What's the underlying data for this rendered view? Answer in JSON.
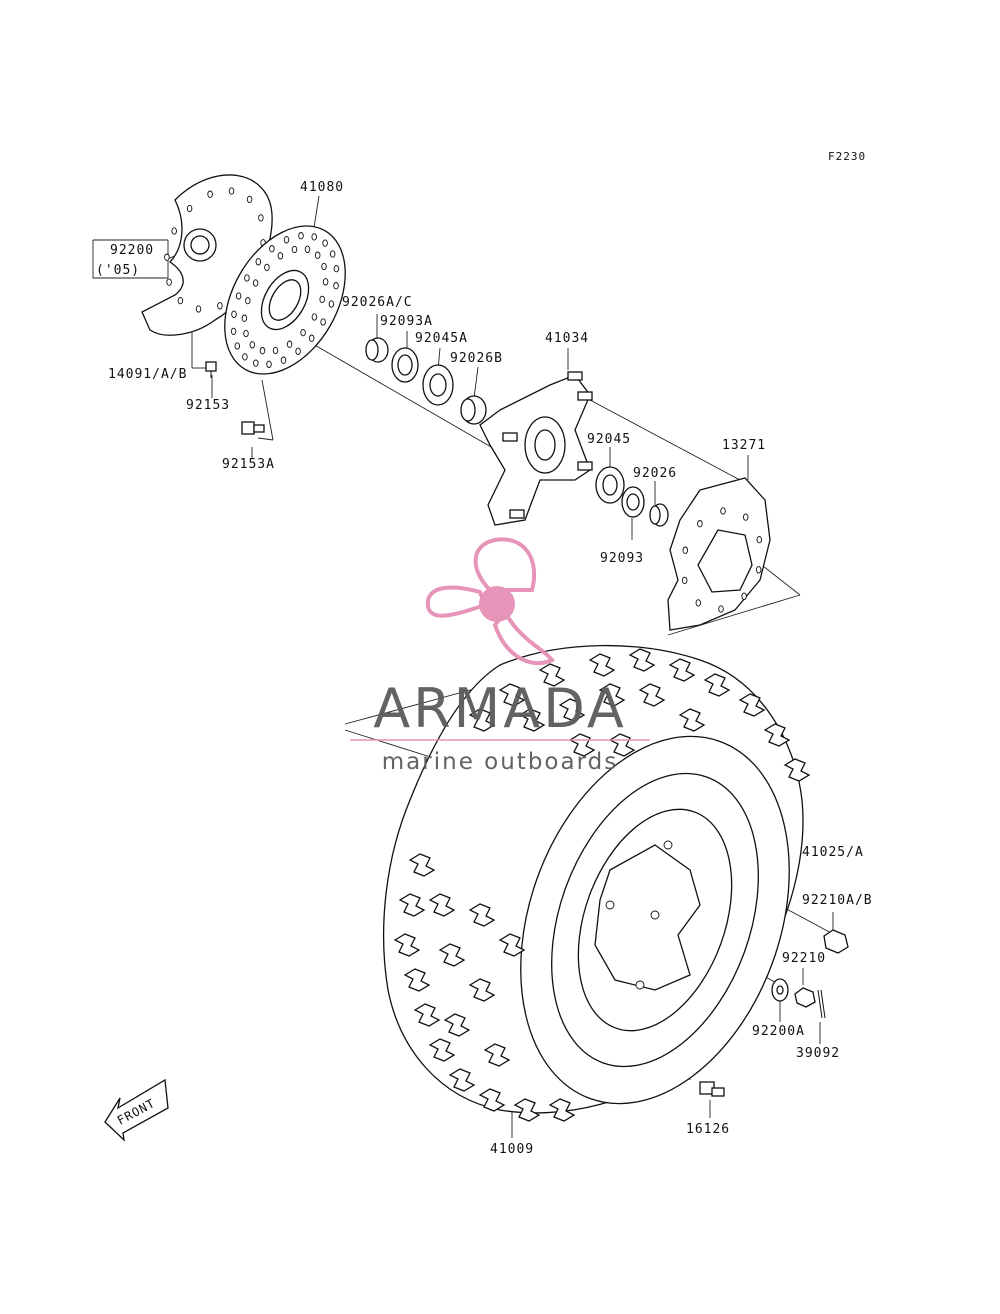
{
  "diagram": {
    "code": "F2230",
    "front_label": "FRONT",
    "labels": [
      {
        "id": "p41080",
        "text": "41080"
      },
      {
        "id": "p92200",
        "text": "92200"
      },
      {
        "id": "p92200note",
        "text": "('05)"
      },
      {
        "id": "p92026ac",
        "text": "92026A/C"
      },
      {
        "id": "p92093a",
        "text": "92093A"
      },
      {
        "id": "p92045a",
        "text": "92045A"
      },
      {
        "id": "p92026b",
        "text": "92026B"
      },
      {
        "id": "p41034",
        "text": "41034"
      },
      {
        "id": "p14091",
        "text": "14091/A/B"
      },
      {
        "id": "p92153",
        "text": "92153"
      },
      {
        "id": "p92153a",
        "text": "92153A"
      },
      {
        "id": "p92045",
        "text": "92045"
      },
      {
        "id": "p92026",
        "text": "92026"
      },
      {
        "id": "p13271",
        "text": "13271"
      },
      {
        "id": "p92093",
        "text": "92093"
      },
      {
        "id": "p41025",
        "text": "41025/A"
      },
      {
        "id": "p92210ab",
        "text": "92210A/B"
      },
      {
        "id": "p92210",
        "text": "92210"
      },
      {
        "id": "p92200a",
        "text": "92200A"
      },
      {
        "id": "p39092",
        "text": "39092"
      },
      {
        "id": "p16126",
        "text": "16126"
      },
      {
        "id": "p41009",
        "text": "41009"
      }
    ]
  },
  "watermark": {
    "title": "ARMADA",
    "subtitle": "marine outboards",
    "color_primary": "#5b5b5b",
    "color_accent": "#e58fb5",
    "color_accent_light": "#f2c4d8"
  }
}
